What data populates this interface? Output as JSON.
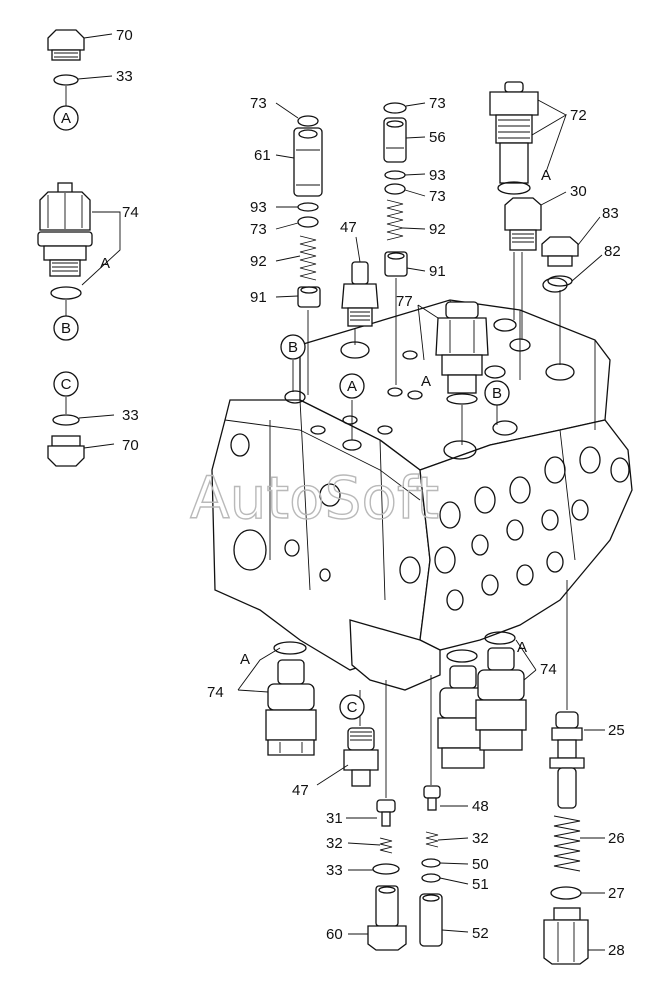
{
  "watermark": "AutoSoft",
  "labels": {
    "l70a": "70",
    "l33a": "33",
    "l74a": "74",
    "l33b": "33",
    "l70b": "70",
    "l73a": "73",
    "l61": "61",
    "l93a": "93",
    "l73b": "73",
    "l92a": "92",
    "l91a": "91",
    "l47a": "47",
    "l73c": "73",
    "l56": "56",
    "l93b": "93",
    "l73d": "73",
    "l92b": "92",
    "l91b": "91",
    "l77": "77",
    "l72": "72",
    "l30": "30",
    "l83": "83",
    "l82": "82",
    "l74b": "74",
    "l74c": "74",
    "l47b": "47",
    "l31": "31",
    "l32a": "32",
    "l33c": "33",
    "l60": "60",
    "l48": "48",
    "l32b": "32",
    "l50": "50",
    "l51": "51",
    "l52": "52",
    "l25": "25",
    "l26": "26",
    "l27": "27",
    "l28": "28"
  },
  "letters": {
    "A1": "A",
    "B1": "B",
    "C1": "C",
    "A2": "A",
    "A3": "A",
    "A4": "A",
    "B2": "B",
    "B3": "B",
    "A5": "A",
    "A6": "A",
    "C2": "C",
    "A7": "A"
  }
}
